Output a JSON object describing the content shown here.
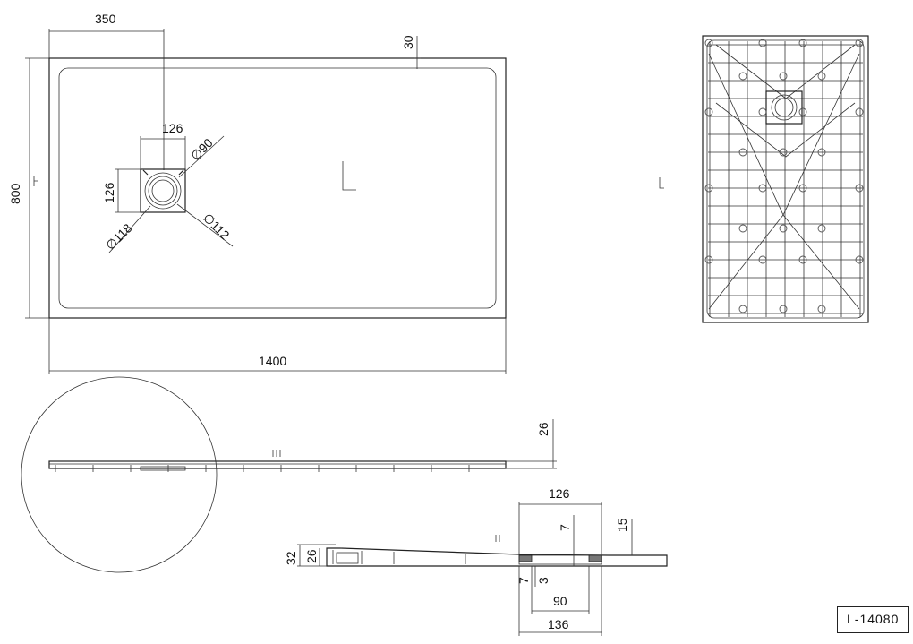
{
  "plan_view": {
    "dim_drain_offset": "350",
    "dim_rim": "30",
    "dim_width": "800",
    "dim_length": "1400",
    "dim_grate_width": "126",
    "dim_grate_height": "126",
    "dim_outlet_90": "∅90",
    "dim_outlet_118": "∅118",
    "dim_outlet_112": "∅112"
  },
  "side_view": {
    "dim_thickness": "26"
  },
  "detail_section": {
    "dim_grate_top": "126",
    "dim_grate_lip": "7",
    "dim_slope_15": "15",
    "dim_total_32": "32",
    "dim_edge_26": "26",
    "dim_offset_7": "7",
    "dim_gap_3": "3",
    "dim_hole_90": "90",
    "dim_base_136": "136"
  },
  "model_code": "L-14080"
}
